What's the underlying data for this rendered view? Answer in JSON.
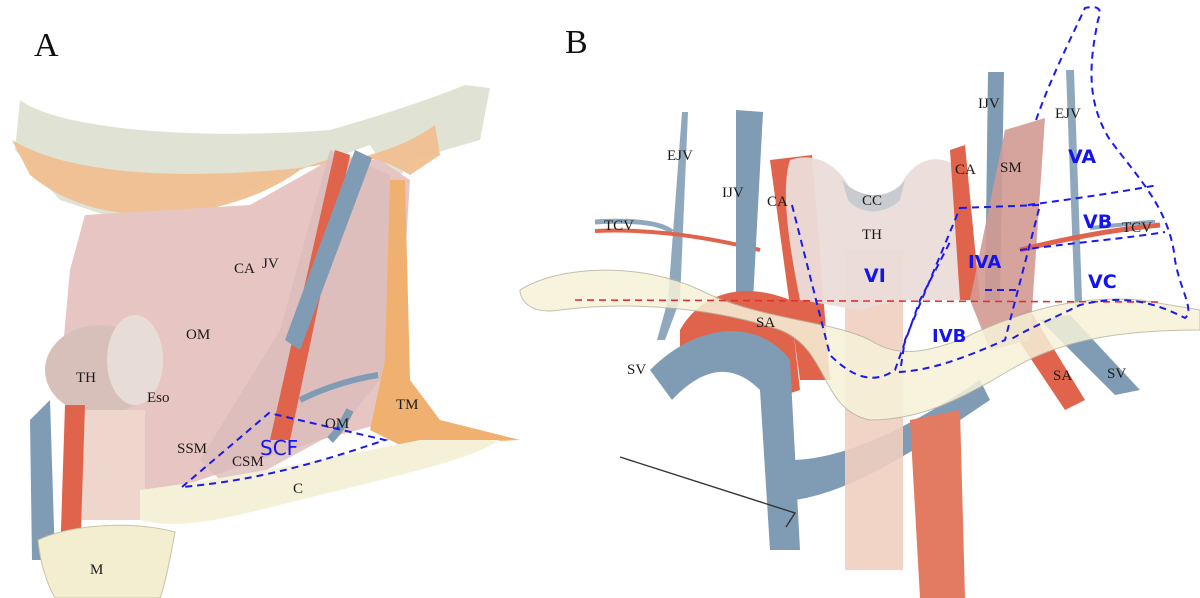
{
  "figure": {
    "panels": [
      {
        "id": "A",
        "label": "A",
        "structures": {
          "CA": "CA",
          "JV": "JV",
          "OM_upper": "OM",
          "TH": "TH",
          "Eso": "Eso",
          "SSM": "SSM",
          "CSM": "CSM",
          "OM_lower": "OM",
          "TM": "TM",
          "C": "C",
          "M": "M"
        },
        "region": "SCF"
      },
      {
        "id": "B",
        "label": "B",
        "structures": {
          "EJV_left": "EJV",
          "IJV_left": "IJV",
          "TCV_left": "TCV",
          "CA_left": "CA",
          "CC": "CC",
          "TH": "TH",
          "CA_right": "CA",
          "IJV_right": "IJV",
          "SM": "SM",
          "EJV_right": "EJV",
          "TCV_right": "TCV",
          "SA_left": "SA",
          "SV_left": "SV",
          "SA_right": "SA",
          "SV_right": "SV"
        },
        "zones": {
          "VI": "VI",
          "IVA": "IVA",
          "IVB": "IVB",
          "VA": "VA",
          "VB": "VB",
          "VC": "VC"
        }
      }
    ],
    "colors": {
      "artery": "#e0644c",
      "vein": "#7f9cb4",
      "muscle": "#dcb4b0",
      "bone": "#f6f2d8",
      "outline_blue": "#1a1aee",
      "reference_red": "#e03030",
      "fat_orange": "#f0b070"
    }
  }
}
